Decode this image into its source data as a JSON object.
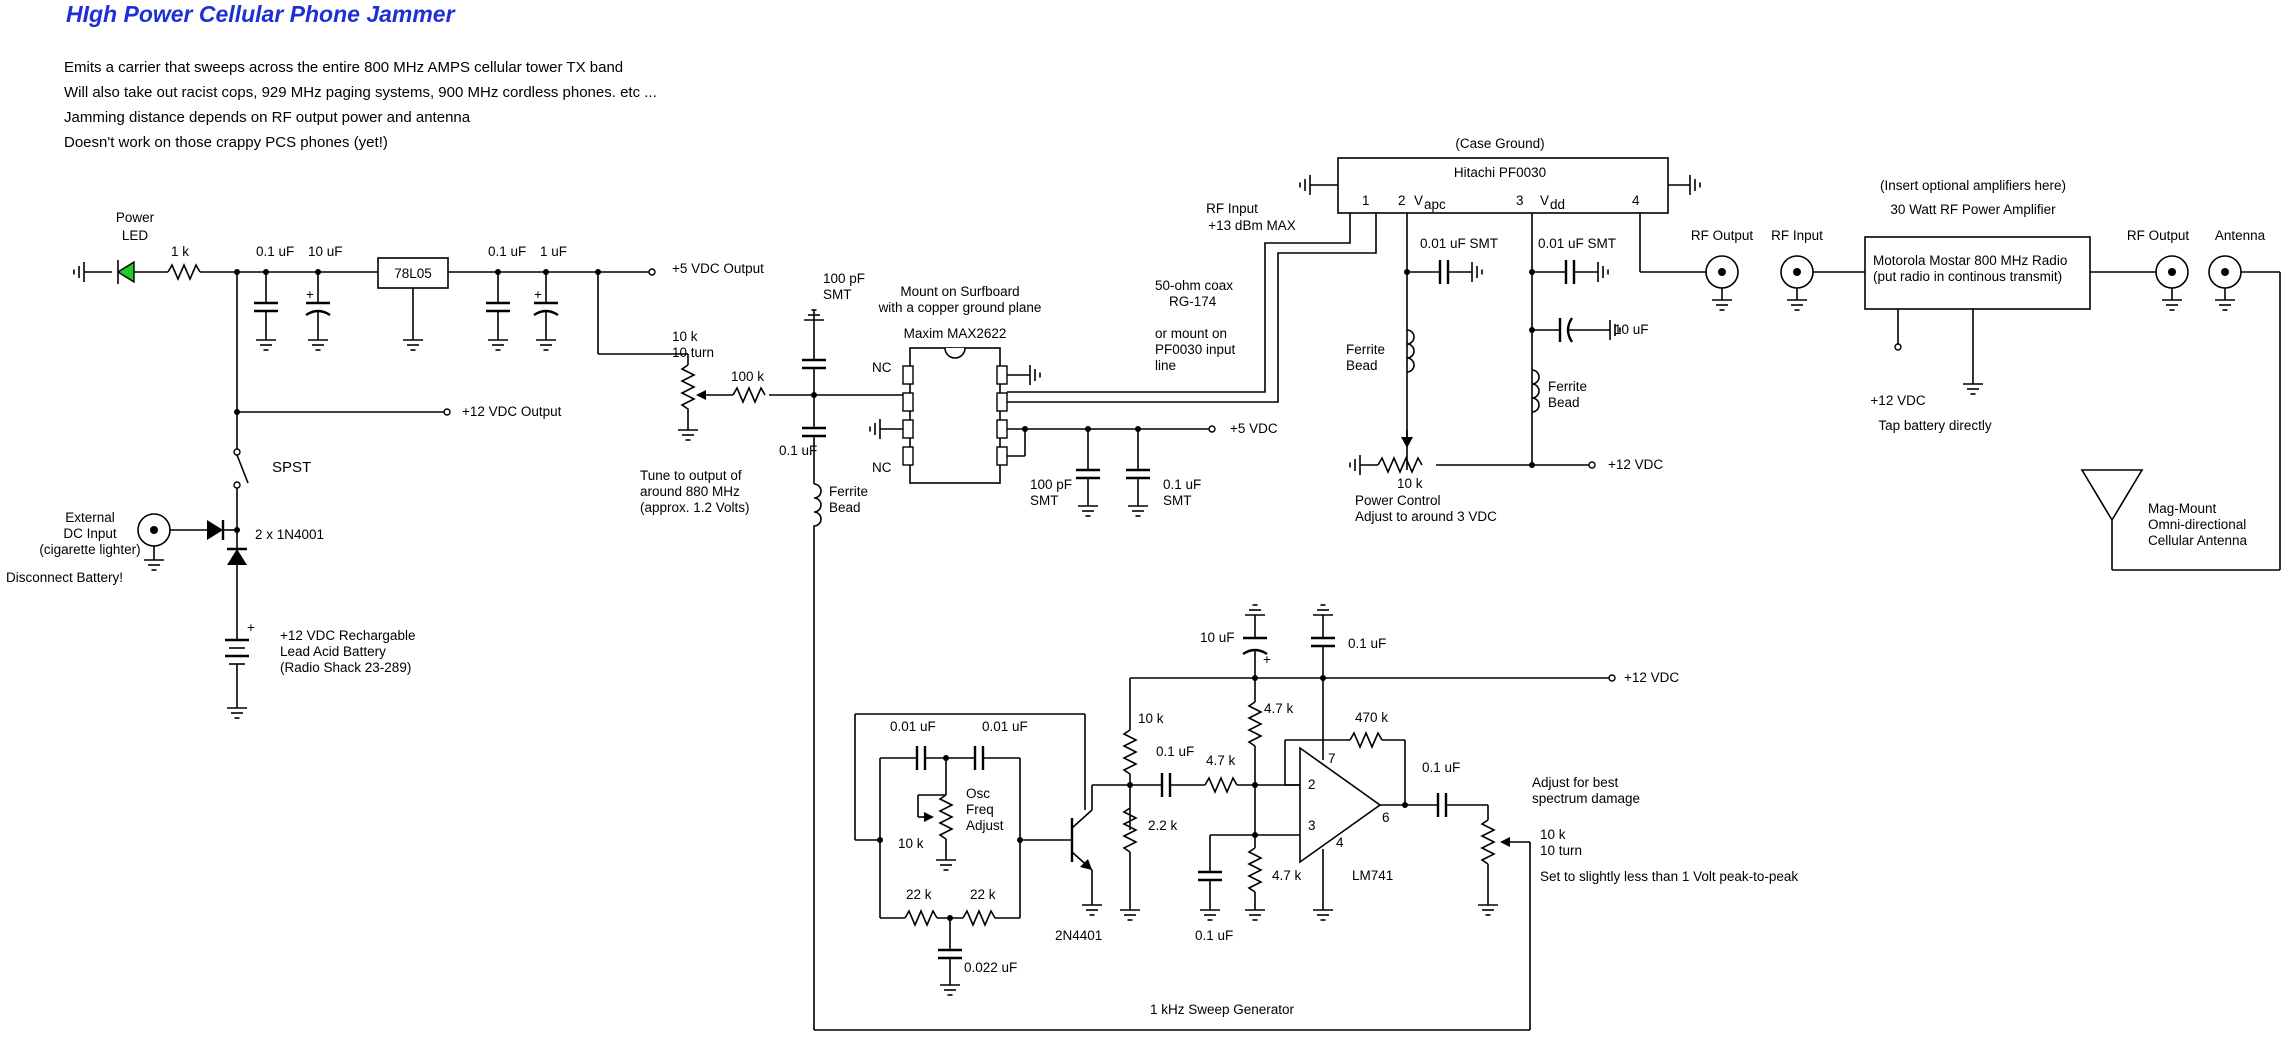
{
  "title": "HIgh Power Cellular Phone Jammer",
  "title_color": "#1f2fd6",
  "led_color": "#22cc22",
  "description": [
    "Emits a carrier that sweeps across the entire 800 MHz AMPS cellular tower TX band",
    "Will also take out racist cops, 929 MHz paging systems, 900 MHz cordless phones. etc ...",
    "Jamming distance depends on RF output power and antenna",
    "Doesn't work on those crappy PCS phones (yet!)"
  ],
  "labels": {
    "power_led": [
      "Power",
      "LED"
    ],
    "r_1k": "1 k",
    "c_01uf_a": "0.1 uF",
    "c_10uf_a": "10 uF",
    "reg": "78L05",
    "c_01uf_b": "0.1 uF",
    "c_1uf": "1 uF",
    "out_5v": "+5 VDC Output",
    "out_12v": "+12 VDC Output",
    "spst": "SPST",
    "ext_dc": [
      "External",
      "DC Input",
      "(cigarette lighter)"
    ],
    "disconnect": "Disconnect Battery!",
    "diodes": "2 x 1N4001",
    "battery": [
      "+12 VDC Rechargable",
      "Lead Acid Battery",
      "(Radio Shack 23-289)"
    ],
    "pot_10k": [
      "10 k",
      "10 turn"
    ],
    "r_100k": "100 k",
    "tune": [
      "Tune to output of",
      "around 880 MHz",
      "(approx. 1.2 Volts)"
    ],
    "c_100pf": [
      "100 pF",
      "SMT"
    ],
    "c_01uf_c": "0.1 uF",
    "ferrite1": [
      "Ferrite",
      "Bead"
    ],
    "mount": [
      "Mount on Surfboard",
      "with a copper ground plane"
    ],
    "maxim": "Maxim MAX2622",
    "nc1": "NC",
    "nc2": "NC",
    "plus5": "+5 VDC",
    "c_100pf_b": [
      "100 pF",
      "SMT"
    ],
    "c_01uf_d": [
      "0.1 uF",
      "SMT"
    ],
    "coax": [
      "50-ohm coax",
      "RG-174",
      "",
      "or mount on",
      "PF0030 input",
      "line"
    ],
    "rf_input": [
      "RF Input",
      "+13 dBm MAX"
    ],
    "case_ground": "(Case Ground)",
    "hitachi": "Hitachi PF0030",
    "pin1": "1",
    "pin2": "2",
    "vapc": "V",
    "vapc_sub": "apc",
    "pin3": "3",
    "vdd": "V",
    "vdd_sub": "dd",
    "pin4": "4",
    "c_001_smt_a": "0.01 uF SMT",
    "c_001_smt_b": "0.01 uF SMT",
    "c_10uf_b": "10 uF",
    "ferrite2": [
      "Ferrite",
      "Bead"
    ],
    "ferrite3": [
      "Ferrite",
      "Bead"
    ],
    "r_10k_pc": "10 k",
    "power_control": [
      "Power Control",
      "Adjust to around 3 VDC"
    ],
    "plus12_a": "+12 VDC",
    "rf_output_a": "RF Output",
    "rf_input_b": "RF Input",
    "insert_amp": "(Insert optional amplifiers here)",
    "amp30w": "30 Watt RF Power Amplifier",
    "motorola": [
      "Motorola Mostar 800 MHz Radio",
      "(put radio in continous transmit)"
    ],
    "rf_output_b": "RF Output",
    "antenna": "Antenna",
    "plus12_tap": "+12 VDC",
    "tap": "Tap battery directly",
    "magmount": [
      "Mag-Mount",
      "Omni-directional",
      "Cellular Antenna"
    ],
    "c_10uf_c": "10 uF",
    "c_01uf_e": "0.1 uF",
    "plus12_b": "+12 VDC",
    "osc_c1": "0.01 uF",
    "osc_c2": "0.01 uF",
    "osc_freq": [
      "Osc",
      "Freq",
      "Adjust"
    ],
    "r_10k_osc": "10 k",
    "r_22k_a": "22 k",
    "r_22k_b": "22 k",
    "c_0022": "0.022 uF",
    "q1": "2N4401",
    "r_10k_b": "10 k",
    "c_01uf_f": "0.1 uF",
    "r_22k_c": "2.2 k",
    "r_47k_a": "4.7 k",
    "r_47k_b": "4.7 k",
    "r_47k_c": "4.7 k",
    "c_01uf_g": "0.1 uF",
    "r_470k": "470 k",
    "op_p7": "7",
    "op_p2": "2",
    "op_p3": "3",
    "op_p4": "4",
    "op_p6": "6",
    "lm741": "LM741",
    "c_01uf_h": "0.1 uF",
    "adjust_best": [
      "Adjust for best",
      "spectrum damage"
    ],
    "pot_10k_b": [
      "10 k",
      "10 turn"
    ],
    "set_slightly": "Set to slightly less than 1 Volt peak-to-peak",
    "sweep": "1 kHz Sweep Generator"
  }
}
